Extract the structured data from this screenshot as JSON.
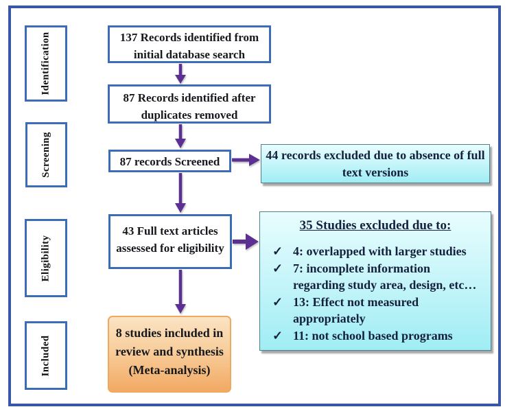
{
  "stages": [
    {
      "label": "Identification"
    },
    {
      "label": "Screening"
    },
    {
      "label": "Eligibility"
    },
    {
      "label": "Included"
    }
  ],
  "flow": {
    "records_identified": "137 Records identified from initial database search",
    "after_duplicates": "87 Records identified after duplicates removed",
    "screened": "87 records Screened",
    "fulltext_assessed": "43 Full text articles assessed for eligibility",
    "included": "8 studies included in review and synthesis (Meta-analysis)"
  },
  "exclusions": {
    "no_fulltext": "44 records excluded due to absence of full text versions",
    "studies_excluded": {
      "heading": "35 Studies excluded due to:",
      "bullet_glyph": "✓",
      "items": [
        "4: overlapped with larger studies",
        "7: incomplete information regarding study area, design, etc…",
        "13: Effect not measured appropriately",
        "11: not school based programs"
      ]
    }
  },
  "colors": {
    "frame_border": "#3a57a7",
    "box_border": "#3c6bb7",
    "arrow": "#5b3092",
    "cyan_box_top": "#e8fdfe",
    "cyan_box_bottom": "#9fedf4",
    "cyan_box_border": "#4e7f8c",
    "orange_box_top": "#fbe3c3",
    "orange_box_bottom": "#f2a963",
    "orange_box_border": "#eda95f",
    "text": "#16181d"
  }
}
